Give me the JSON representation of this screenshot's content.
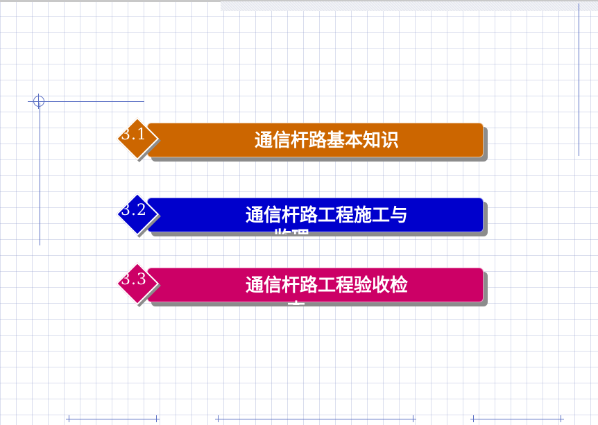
{
  "colors": {
    "item1": "#cc6600",
    "item2": "#0000cc",
    "item3": "#cc0066",
    "grid": "#96a0cd",
    "accent_line": "#5a6fc4"
  },
  "items": [
    {
      "number": "3.1",
      "title": "通信杆路基本知识",
      "overflow": ""
    },
    {
      "number": "3.2",
      "title": "通信杆路工程施工与",
      "overflow": "监理"
    },
    {
      "number": "3.3",
      "title": "通信杆路工程验收检",
      "overflow": "查"
    }
  ]
}
